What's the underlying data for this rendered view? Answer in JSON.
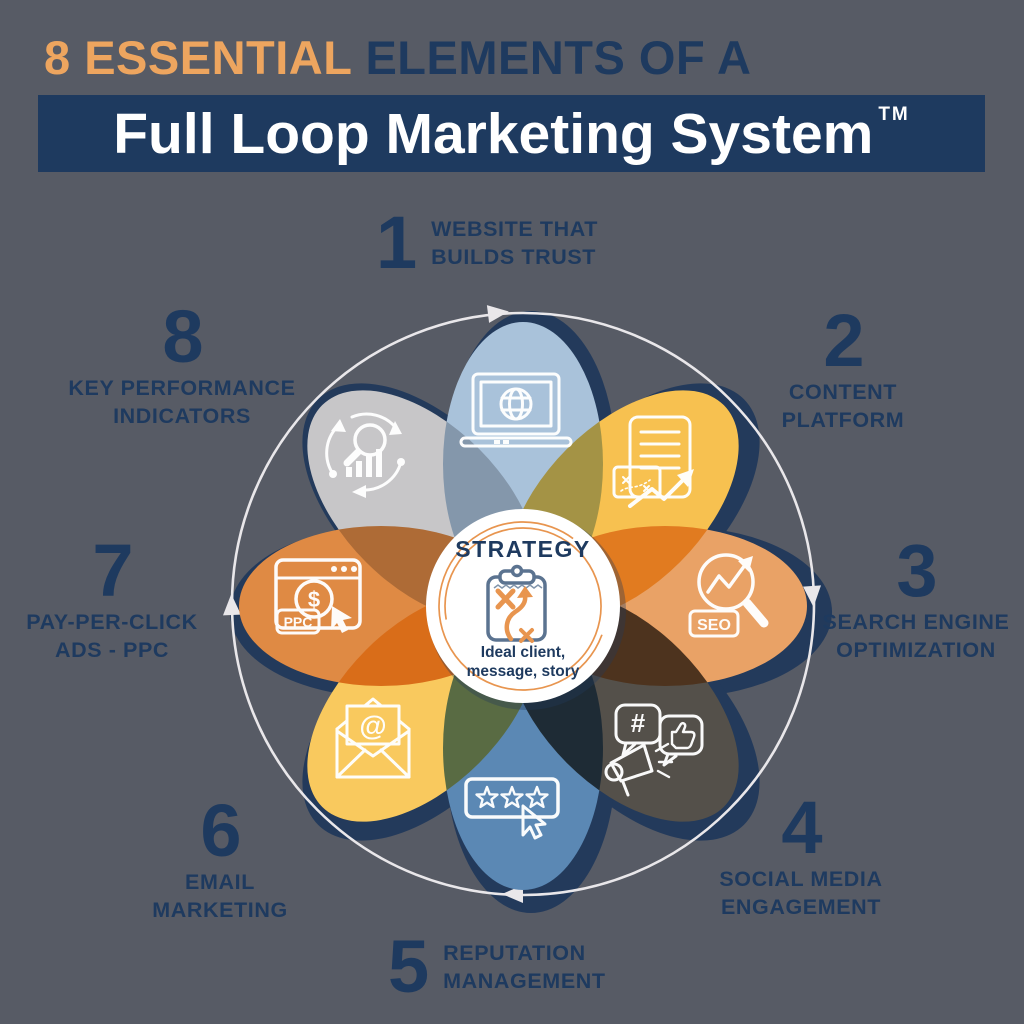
{
  "title": {
    "highlight": "8 ESSENTIAL",
    "rest": "ELEMENTS OF A"
  },
  "banner": {
    "text": "Full Loop Marketing System",
    "trademark": "TM"
  },
  "center": {
    "label": "STRATEGY",
    "sub1": "Ideal client,",
    "sub2": "message, story"
  },
  "elements": [
    {
      "id": 1,
      "number": "1",
      "line1": "WEBSITE THAT",
      "line2": "BUILDS TRUST",
      "icon": "laptop-globe-icon",
      "petal_color": "#a9c2da"
    },
    {
      "id": 2,
      "number": "2",
      "line1": "CONTENT",
      "line2": "PLATFORM",
      "icon": "content-document-icon",
      "petal_color": "#f7c150"
    },
    {
      "id": 3,
      "number": "3",
      "line1": "SEARCH ENGINE",
      "line2": "OPTIMIZATION",
      "icon": "seo-magnifier-icon",
      "petal_color": "#e9a266"
    },
    {
      "id": 4,
      "number": "4",
      "line1": "SOCIAL MEDIA",
      "line2": "ENGAGEMENT",
      "icon": "social-engagement-icon",
      "petal_color": "#54504a"
    },
    {
      "id": 5,
      "number": "5",
      "line1": "REPUTATION",
      "line2": "MANAGEMENT",
      "icon": "star-rating-icon",
      "petal_color": "#5b88b4"
    },
    {
      "id": 6,
      "number": "6",
      "line1": "EMAIL",
      "line2": "MARKETING",
      "icon": "email-envelope-icon",
      "petal_color": "#f9c95e"
    },
    {
      "id": 7,
      "number": "7",
      "line1": "PAY-PER-CLICK",
      "line2": "ADS - PPC",
      "icon": "ppc-browser-icon",
      "petal_color": "#df8a44"
    },
    {
      "id": 8,
      "number": "8",
      "line1": "KEY PERFORMANCE",
      "line2": "INDICATORS",
      "icon": "kpi-analytics-icon",
      "petal_color": "#c7c6c8"
    }
  ],
  "icon_text": {
    "seo": "SEO",
    "ppc": "PPC",
    "dollar": "$",
    "hashtag": "#",
    "at_sign": "@"
  },
  "colors": {
    "background": "#575b65",
    "navy": "#1e3a5f",
    "title_orange": "#eda55f",
    "petal_shadow": "#21395b",
    "orbit_ring": "#e9e7ea",
    "center_ring_orange": "#e8954f",
    "icon_stroke": "#ffffff"
  }
}
